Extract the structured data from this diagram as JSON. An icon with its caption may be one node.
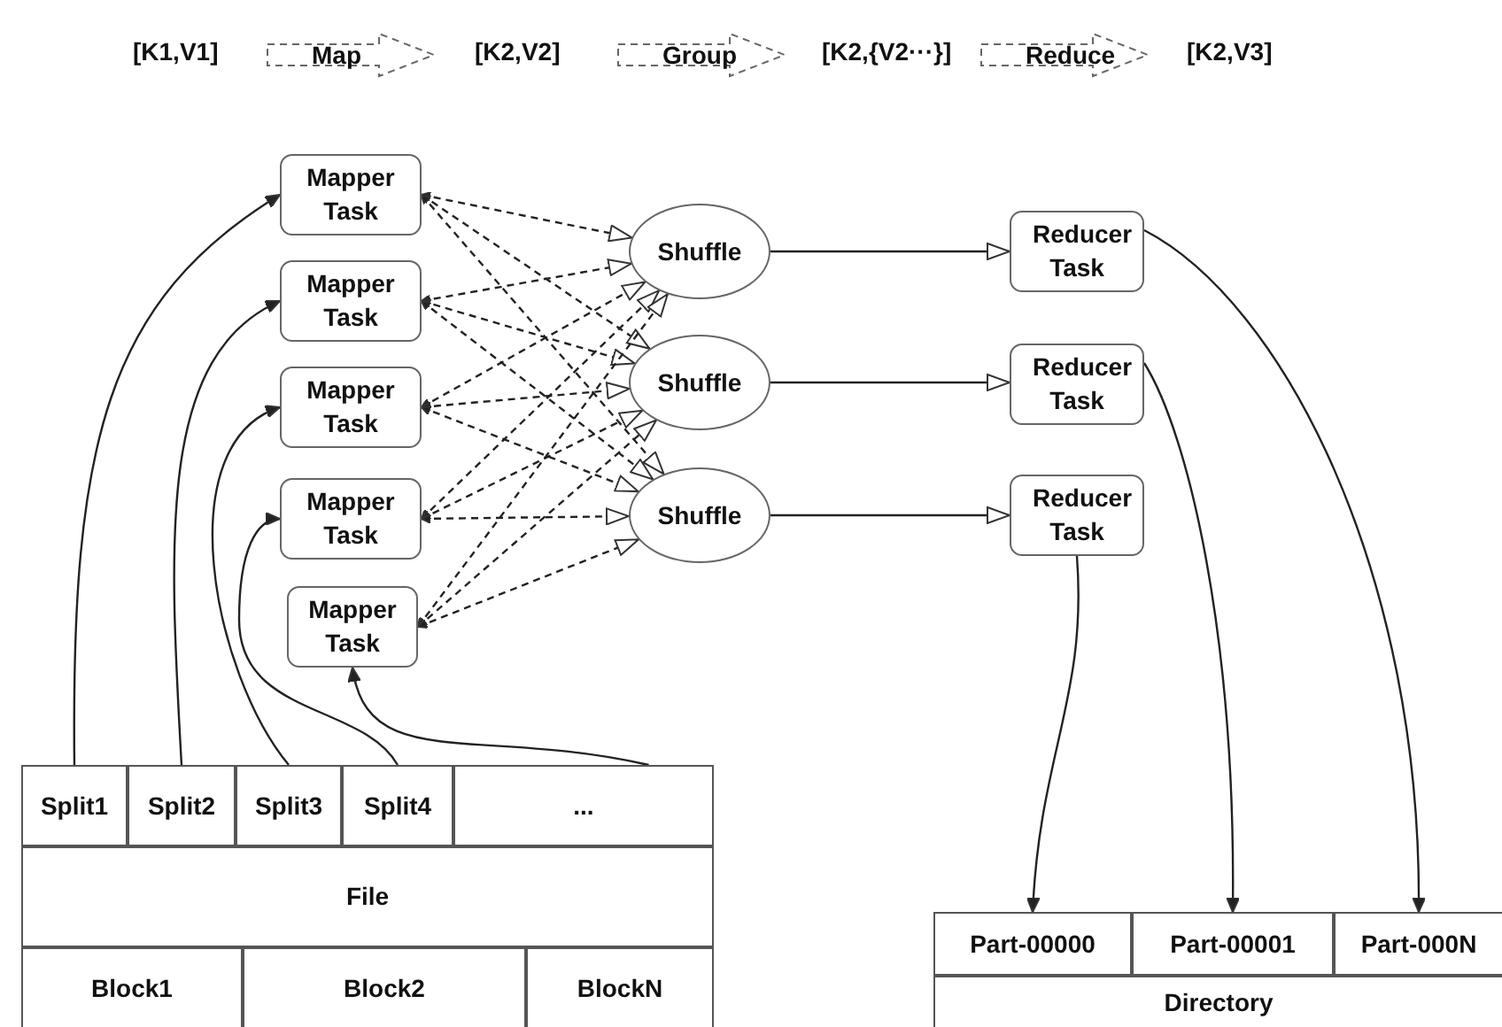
{
  "diagram": {
    "nodes": [
      {
        "text": [
          "Map"
        ]
      },
      {
        "text": [
          "Group"
        ]
      },
      {
        "text": [
          "Reduce"
        ]
      },
      {
        "text": [
          "Mapper Task"
        ]
      },
      {
        "text": [
          "Mapper Task"
        ]
      },
      {
        "text": [
          "Mapper Task"
        ]
      },
      {
        "text": [
          "Mapper Task"
        ]
      },
      {
        "text": [
          "Mapper Task"
        ]
      },
      {
        "text": [
          "Shuffle"
        ]
      },
      {
        "text": [
          "Shuffle"
        ]
      },
      {
        "text": [
          "Shuffle"
        ]
      },
      {
        "text": [
          "Reducer Task"
        ]
      },
      {
        "text": [
          "Reducer Task"
        ]
      },
      {
        "text": [
          "Reducer Task"
        ]
      },
      {
        "text": [
          "Split1"
        ]
      },
      {
        "text": [
          "Split2"
        ]
      },
      {
        "text": [
          "Split3"
        ]
      },
      {
        "text": [
          "Split4"
        ]
      },
      {
        "text": [
          "..."
        ]
      },
      {
        "text": [
          "File"
        ]
      },
      {
        "text": [
          "Block1"
        ]
      },
      {
        "text": [
          "Block2"
        ]
      },
      {
        "text": [
          "BlockN"
        ]
      },
      {
        "text": [
          "Part-00000"
        ]
      },
      {
        "text": [
          "Part-00001"
        ]
      },
      {
        "text": [
          "Part-000N"
        ]
      },
      {
        "text": [
          "Directory"
        ]
      }
    ],
    "edges": [
      {
        "from": 14,
        "to": 3,
        "arrow": "to"
      },
      {
        "from": 15,
        "to": 4,
        "arrow": "to"
      },
      {
        "from": 16,
        "to": 5,
        "arrow": "to"
      },
      {
        "from": 17,
        "to": 6,
        "arrow": "to"
      },
      {
        "from": 18,
        "to": 7,
        "arrow": "to"
      },
      {
        "from": 3,
        "to": 8,
        "arrow": "both",
        "style": "dashed"
      },
      {
        "from": 3,
        "to": 9,
        "arrow": "both",
        "style": "dashed"
      },
      {
        "from": 3,
        "to": 10,
        "arrow": "both",
        "style": "dashed"
      },
      {
        "from": 4,
        "to": 8,
        "arrow": "both",
        "style": "dashed"
      },
      {
        "from": 4,
        "to": 9,
        "arrow": "both",
        "style": "dashed"
      },
      {
        "from": 4,
        "to": 10,
        "arrow": "both",
        "style": "dashed"
      },
      {
        "from": 5,
        "to": 8,
        "arrow": "both",
        "style": "dashed"
      },
      {
        "from": 5,
        "to": 9,
        "arrow": "both",
        "style": "dashed"
      },
      {
        "from": 5,
        "to": 10,
        "arrow": "both",
        "style": "dashed"
      },
      {
        "from": 6,
        "to": 8,
        "arrow": "both",
        "style": "dashed"
      },
      {
        "from": 6,
        "to": 9,
        "arrow": "both",
        "style": "dashed"
      },
      {
        "from": 6,
        "to": 10,
        "arrow": "both",
        "style": "dashed"
      },
      {
        "from": 7,
        "to": 8,
        "arrow": "both",
        "style": "dashed"
      },
      {
        "from": 7,
        "to": 9,
        "arrow": "both",
        "style": "dashed"
      },
      {
        "from": 7,
        "to": 10,
        "arrow": "both",
        "style": "dashed"
      },
      {
        "from": 8,
        "to": 11,
        "arrow": "to"
      },
      {
        "from": 9,
        "to": 12,
        "arrow": "to"
      },
      {
        "from": 10,
        "to": 13,
        "arrow": "to"
      },
      {
        "from": 11,
        "to": 25,
        "arrow": "to"
      },
      {
        "from": 12,
        "to": 24,
        "arrow": "to"
      },
      {
        "from": 13,
        "to": 23,
        "arrow": "to"
      }
    ],
    "labels": [
      "[K1,V1]",
      "[K2,V2]",
      "[K2,{V2···}]",
      "[K2,V3]"
    ]
  }
}
